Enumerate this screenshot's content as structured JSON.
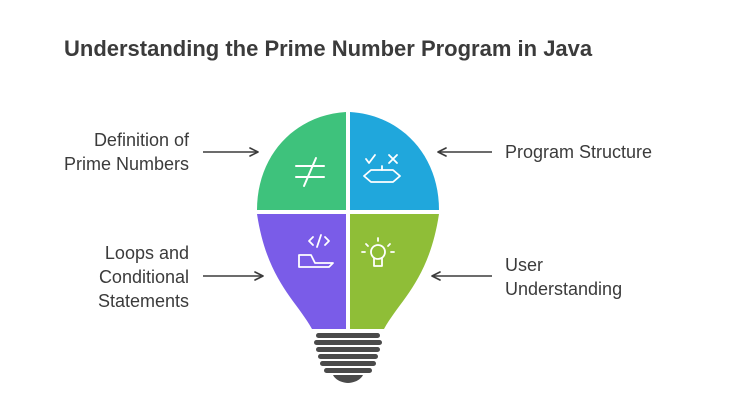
{
  "title": "Understanding the Prime Number Program in Java",
  "quadrants": [
    {
      "key": "definition",
      "lines": [
        "Definition of",
        "Prime Numbers"
      ],
      "color": "#3ec27c",
      "icon": "not-equal-icon"
    },
    {
      "key": "program",
      "lines": [
        "Program Structure"
      ],
      "color": "#20a7dc",
      "icon": "decision-tree-icon"
    },
    {
      "key": "loops",
      "lines": [
        "Loops and",
        "Conditional",
        "Statements"
      ],
      "color": "#7a5ce8",
      "icon": "code-laptop-icon"
    },
    {
      "key": "user",
      "lines": [
        "User",
        "Understanding"
      ],
      "color": "#8fbe37",
      "icon": "lightbulb-icon"
    }
  ],
  "colors": {
    "base": "#4a4a4a",
    "arrow": "#3b3b3b",
    "icon_stroke": "#ffffff"
  }
}
